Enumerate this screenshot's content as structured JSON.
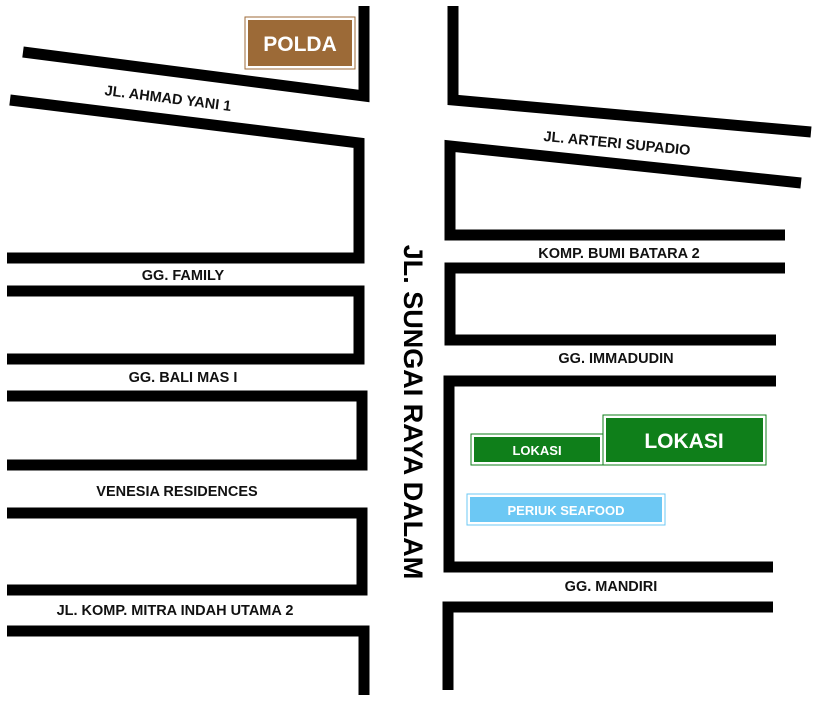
{
  "main_road": {
    "label": "JL. SUNGAI RAYA DALAM"
  },
  "streets": {
    "ahmad_yani": "JL. AHMAD YANI 1",
    "arteri_supadio": "JL. ARTERI SUPADIO",
    "bumi_batara": "KOMP. BUMI BATARA 2",
    "family": "GG. FAMILY",
    "immadudin": "GG. IMMADUDIN",
    "bali_mas": "GG. BALI MAS I",
    "venesia": "VENESIA RESIDENCES",
    "mandiri": "GG. MANDIRI",
    "mitra_indah": "JL. KOMP. MITRA INDAH UTAMA 2"
  },
  "landmarks": {
    "polda": {
      "label": "POLDA",
      "color": "#9c6a37"
    },
    "lokasi_small": {
      "label": "LOKASI",
      "color": "#0f7f1a"
    },
    "lokasi_large": {
      "label": "LOKASI",
      "color": "#0f7f1a"
    },
    "periuk_seafood": {
      "label": "PERIUK SEAFOOD",
      "color": "#6cc8f4"
    }
  }
}
